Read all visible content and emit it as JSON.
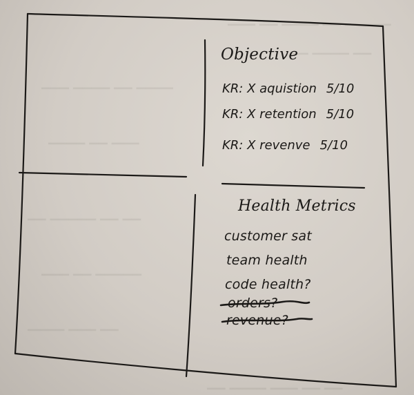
{
  "objective": {
    "title": "Objective",
    "key_results": [
      {
        "label": "KR: X aquistion",
        "score": "5/10"
      },
      {
        "label": "KR: X retention",
        "score": "5/10"
      },
      {
        "label": "KR: X revenve",
        "score": "5/10"
      }
    ]
  },
  "health_metrics": {
    "title": "Health Metrics",
    "items": [
      {
        "label": "customer sat",
        "struck": false
      },
      {
        "label": "team health",
        "struck": false
      },
      {
        "label": "code health?",
        "struck": false
      },
      {
        "label": "orders?",
        "struck": true
      },
      {
        "label": "revenue?",
        "struck": true
      }
    ]
  },
  "colors": {
    "paper": "#d2ccc5",
    "ink": "#1b1917"
  }
}
